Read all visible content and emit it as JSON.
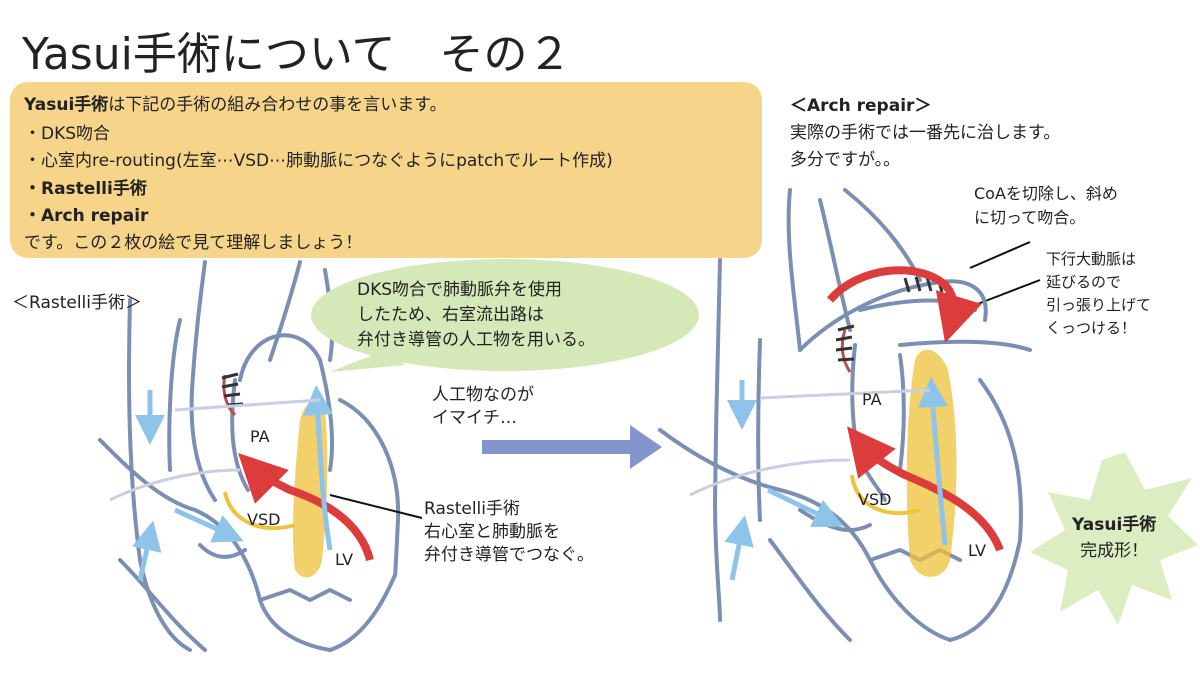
{
  "title": "Yasui手術について　その２",
  "infobox": {
    "intro_bold": "Yasui手術",
    "intro_rest": "は下記の手術の組み合わせの事を言います。",
    "item1": "・DKS吻合",
    "item2": "・心室内re-routing(左室⋯VSD⋯肺動脈につなぐようにpatchでルート作成)",
    "item3": "・Rastelli手術",
    "item4": "・Arch repair",
    "closing": "です。この２枚の絵で見て理解しましょう！"
  },
  "left_diagram": {
    "section_label": "＜Rastelli手術＞",
    "bubble_line1": "DKS吻合で肺動脈弁を使用",
    "bubble_line2": "したため、右室流出路は",
    "bubble_line3": "弁付き導管の人工物を用いる。",
    "pa_label": "PA",
    "vsd_label": "VSD",
    "lv_label": "LV",
    "rastelli_title": "Rastelli手術",
    "rastelli_line1": "右心室と肺動脈を",
    "rastelli_line2": "弁付き導管でつなぐ。"
  },
  "middle": {
    "line1": "人工物なのが",
    "line2": "イマイチ…"
  },
  "right_diagram": {
    "section_label": "＜Arch repair＞",
    "line1": "実際の手術では一番先に治します。",
    "line2": "多分ですが。。",
    "coa_line1": "CoAを切除し、斜め",
    "coa_line2": "に切って吻合。",
    "desc_line1": "下行大動脈は",
    "desc_line2": "延びるので",
    "desc_line3": "引っ張り上げて",
    "desc_line4": "くっつける！",
    "pa_label": "PA",
    "vsd_label": "VSD",
    "lv_label": "LV",
    "star_title": "Yasui手術",
    "star_sub": "完成形！"
  },
  "colors": {
    "outline": "#7b8fb3",
    "infobox": "#f6d58a",
    "bubble": "#d5e8b8",
    "star": "#dcedc1",
    "conduit": "#eec23a",
    "red_arrow": "#dd3c3c",
    "blue_arrow": "#8ec3ea",
    "big_arrow": "#8494cc"
  }
}
